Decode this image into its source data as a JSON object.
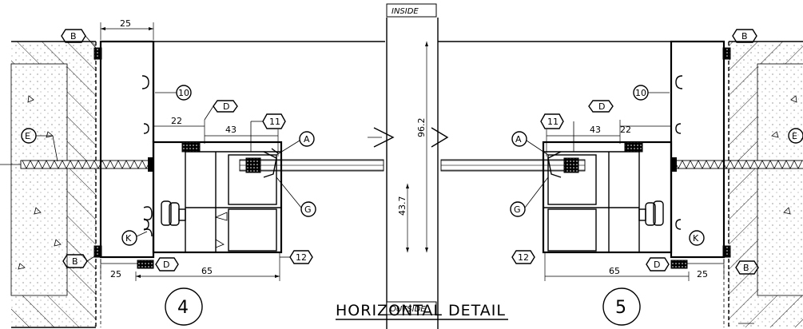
{
  "title": "HORIZONTAL DETAIL",
  "inside_label": "INSIDE",
  "outside_label": "OUTSIDE",
  "detail_left": "4",
  "detail_right": "5",
  "dims": {
    "d25": "25",
    "d22": "22",
    "d43": "43",
    "d65": "65",
    "d96": "96.2",
    "d437": "43.7"
  },
  "callouts": {
    "A": "A",
    "B": "B",
    "D": "D",
    "E": "E",
    "G": "G",
    "K": "K",
    "n10": "10",
    "n11": "11",
    "n12": "12"
  }
}
